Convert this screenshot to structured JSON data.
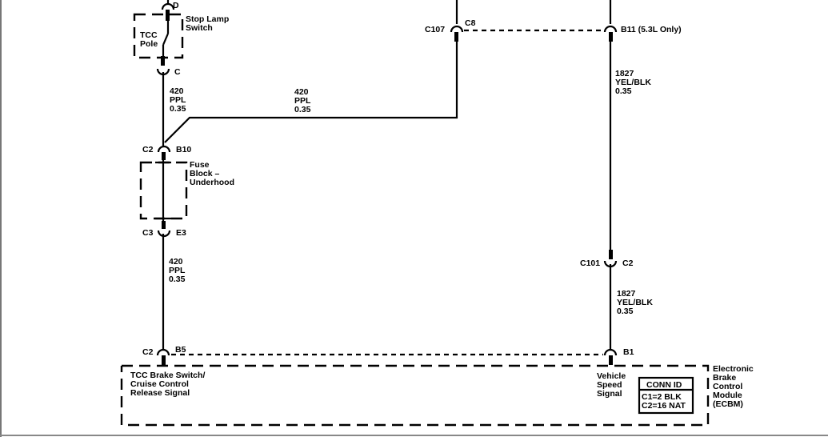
{
  "diagram": {
    "stop_lamp_switch": {
      "pin_top": "D",
      "pin_bottom": "C",
      "label_line1": "Stop Lamp",
      "label_line2": "Switch",
      "pole_line1": "TCC",
      "pole_line2": "Pole"
    },
    "wire_420_upper": {
      "circuit": "420",
      "color": "PPL",
      "gauge": "0.35"
    },
    "wire_420_branch": {
      "circuit": "420",
      "color": "PPL",
      "gauge": "0.35"
    },
    "wire_420_lower": {
      "circuit": "420",
      "color": "PPL",
      "gauge": "0.35"
    },
    "fuse_block": {
      "top_connector": "C2",
      "top_pin": "B10",
      "bottom_connector": "C3",
      "bottom_pin": "E3",
      "label_line1": "Fuse",
      "label_line2": "Block –",
      "label_line3": "Underhood"
    },
    "c107": {
      "connector": "C107",
      "pin": "C8"
    },
    "b11": {
      "pin": "B11 (5.3L Only)"
    },
    "wire_1827_upper": {
      "circuit": "1827",
      "color": "YEL/BLK",
      "gauge": "0.35"
    },
    "c101": {
      "connector": "C101",
      "pin": "C2"
    },
    "wire_1827_lower": {
      "circuit": "1827",
      "color": "YEL/BLK",
      "gauge": "0.35"
    },
    "ecbm": {
      "left_connector": "C2",
      "left_pin": "B5",
      "right_pin": "B1",
      "left_signal_line1": "TCC Brake Switch/",
      "left_signal_line2": "Cruise Control",
      "left_signal_line3": "Release Signal",
      "right_signal_line1": "Vehicle",
      "right_signal_line2": "Speed",
      "right_signal_line3": "Signal",
      "conn_id_title": "CONN ID",
      "conn_id_line1": "C1=2 BLK",
      "conn_id_line2": "C2=16 NAT",
      "module_line1": "Electronic",
      "module_line2": "Brake",
      "module_line3": "Control",
      "module_line4": "Module",
      "module_line5": "(ECBM)"
    }
  }
}
